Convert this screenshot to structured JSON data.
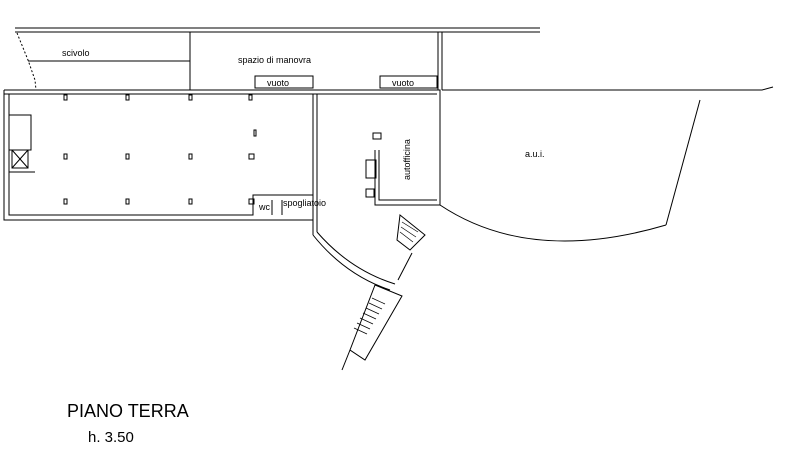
{
  "rooms": {
    "scivolo": "scivolo",
    "spazio_manovra": "spazio di manovra",
    "vuoto_1": "vuoto",
    "vuoto_2": "vuoto",
    "autofficina": "autofficina",
    "aui": "a.u.i.",
    "wc": "wc",
    "spogliatoio": "spogliatoio"
  },
  "caption": {
    "title": "PIANO TERRA",
    "height": "h. 3.50"
  }
}
